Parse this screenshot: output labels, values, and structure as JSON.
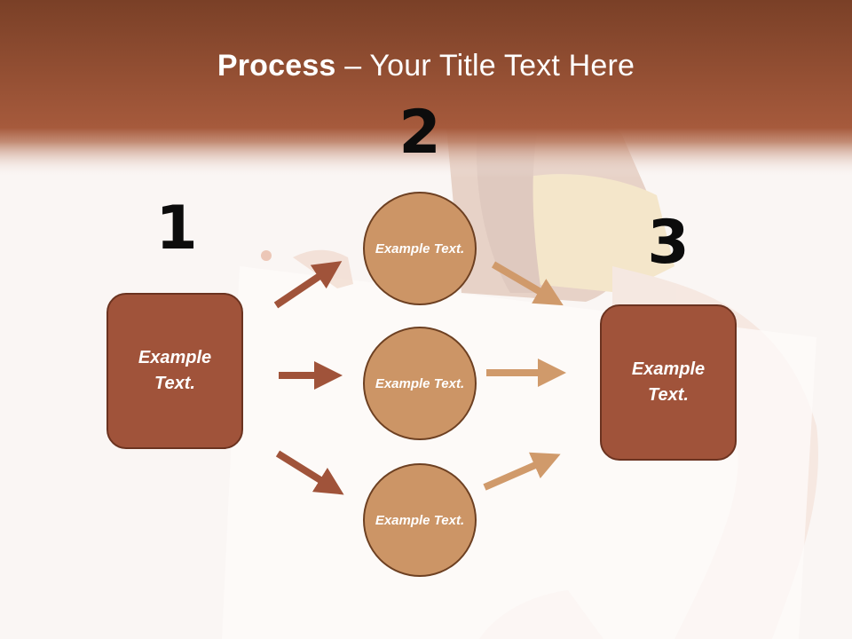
{
  "title": {
    "bold": "Process",
    "rest": " – Your Title Text Here"
  },
  "steps": {
    "one": {
      "number": "1",
      "text": "Example Text."
    },
    "two": {
      "number": "2"
    },
    "three": {
      "number": "3",
      "text": "Example Text."
    }
  },
  "circles": [
    {
      "text": "Example Text."
    },
    {
      "text": "Example Text."
    },
    {
      "text": "Example Text."
    }
  ],
  "colors": {
    "header_band": "#a65a3c",
    "box_fill": "#a0533a",
    "circle_fill": "#cc9566",
    "arrow_dark": "#a0533a",
    "arrow_light": "#d09a6b"
  }
}
